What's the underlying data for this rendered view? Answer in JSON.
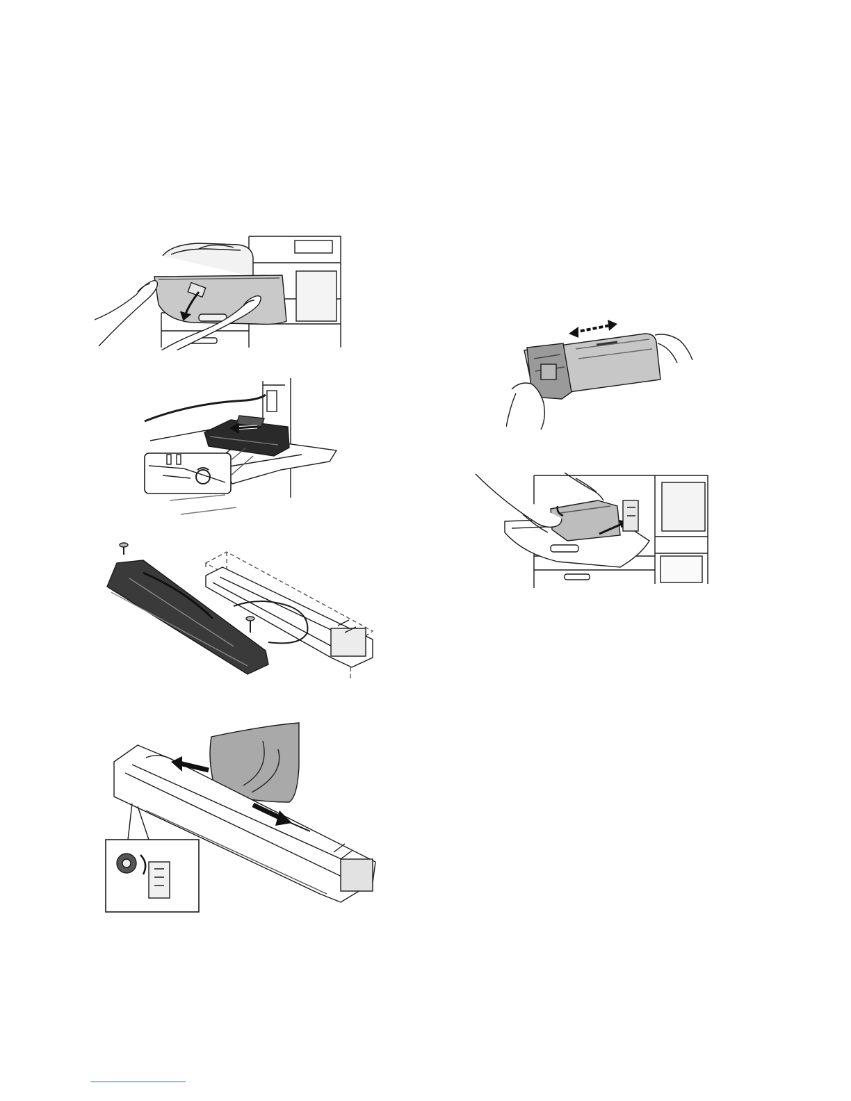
{
  "page": {
    "background": "#ffffff",
    "footer_rule_color": "#2f5fd0"
  },
  "figures": [
    {
      "id": "fig-open-front-cover",
      "icon": "open-front-cover-illustration"
    },
    {
      "id": "fig-remove-developer-unit",
      "icon": "remove-developer-unit-illustration"
    },
    {
      "id": "fig-remove-screws",
      "icon": "remove-screws-illustration"
    },
    {
      "id": "fig-remove-protective-sheet",
      "icon": "remove-protective-sheet-illustration"
    },
    {
      "id": "fig-shake-toner-cartridge",
      "icon": "shake-toner-cartridge-illustration"
    },
    {
      "id": "fig-insert-toner-cartridge",
      "icon": "insert-toner-cartridge-illustration"
    }
  ]
}
